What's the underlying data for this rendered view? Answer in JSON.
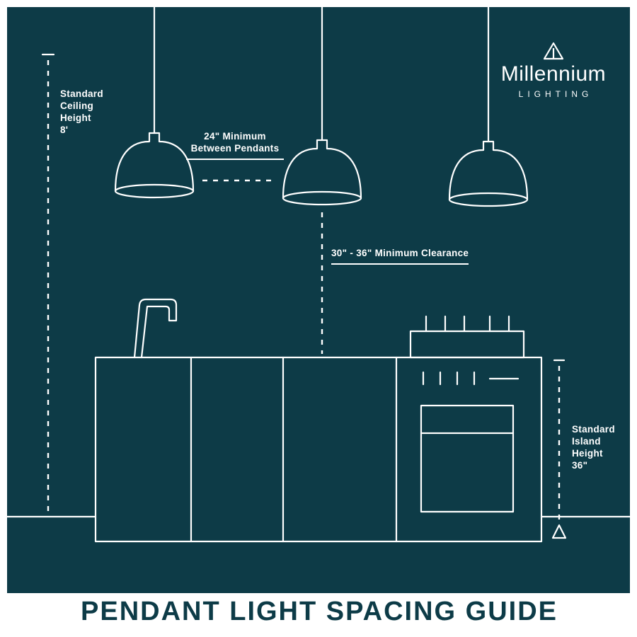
{
  "theme": {
    "background": "#0d3b47",
    "line_color": "#ffffff",
    "footer_background": "#ffffff",
    "footer_text_color": "#0d3b47"
  },
  "brand": {
    "name": "Millennium",
    "tagline": "LIGHTING",
    "icon": "tent-triangle-icon"
  },
  "annotations": {
    "ceiling_height": "Standard\nCeiling\nHeight\n8'",
    "pendant_spacing": "24\" Minimum\nBetween Pendants",
    "clearance": "30\" - 36\" Minimum Clearance",
    "island_height": "Standard\nIsland\nHeight\n36\""
  },
  "footer": {
    "title": "PENDANT LIGHT SPACING GUIDE"
  }
}
